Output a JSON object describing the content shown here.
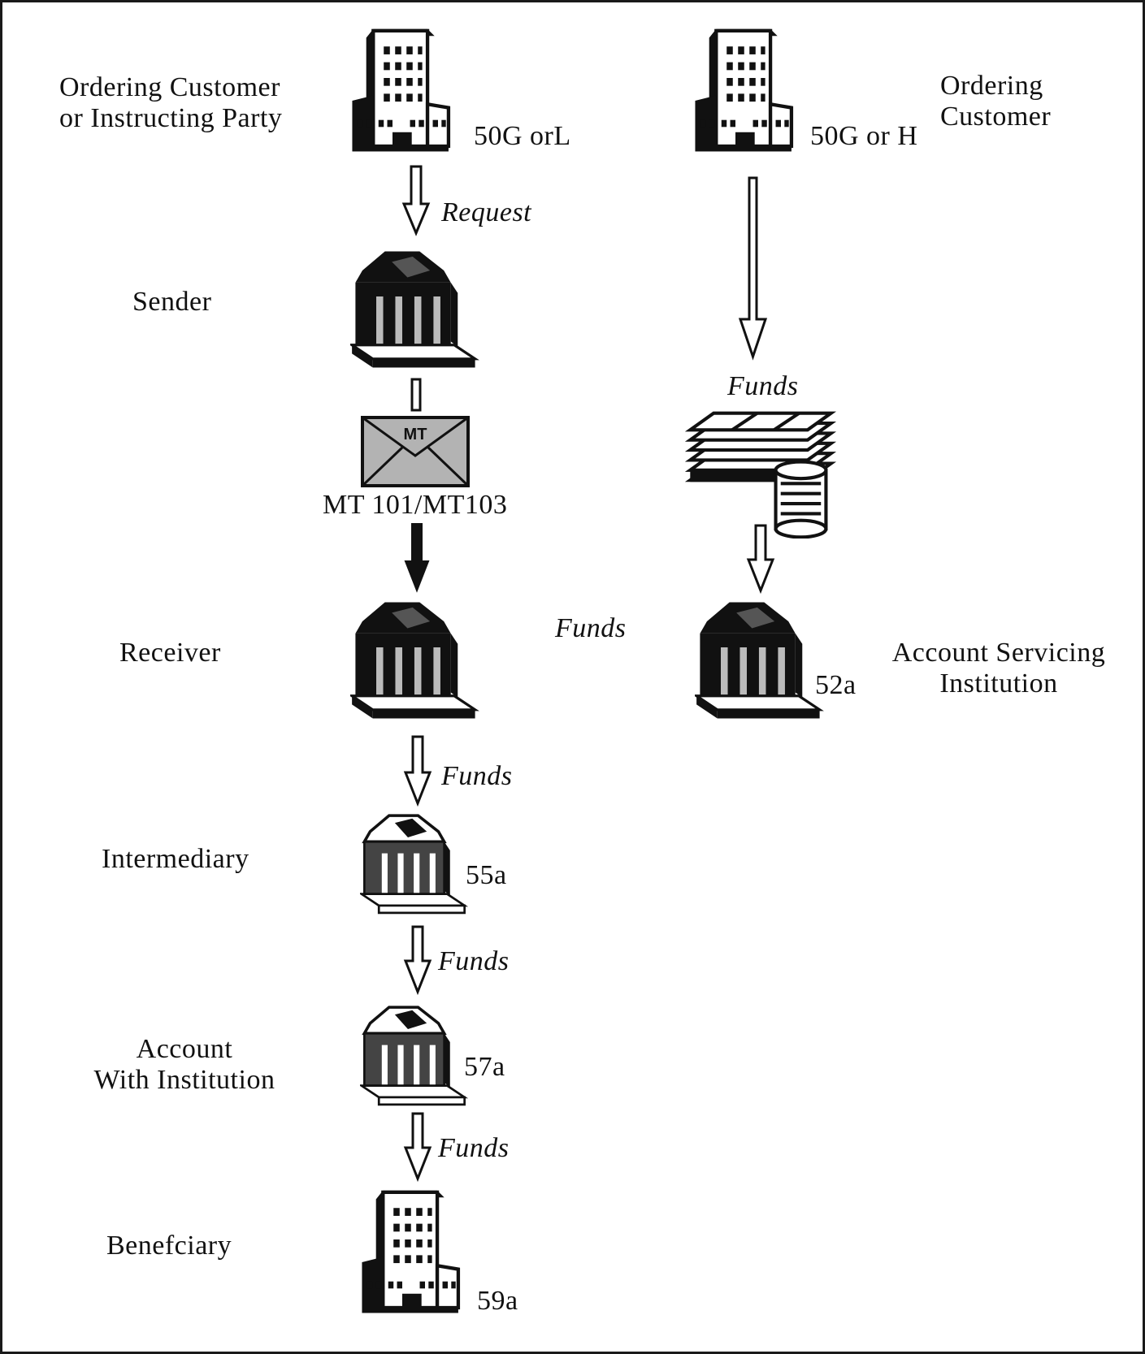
{
  "labels": {
    "ordering_customer_left_l1": "Ordering Customer",
    "ordering_customer_left_l2": "or Instructing Party",
    "ordering_customer_right_l1": "Ordering",
    "ordering_customer_right_l2": "Customer",
    "sender": "Sender",
    "receiver": "Receiver",
    "intermediary": "Intermediary",
    "account_with_l1": "Account",
    "account_with_l2": "With Institution",
    "beneficiary": "Benefciary",
    "account_servicing_l1": "Account Servicing",
    "account_servicing_l2": "Institution"
  },
  "codes": {
    "left_ordering": "50G orL",
    "right_ordering": "50G or H",
    "account_servicing": "52a",
    "intermediary": "55a",
    "account_with": "57a",
    "beneficiary": "59a"
  },
  "flows": {
    "request": "Request",
    "funds_right_top": "Funds",
    "funds_middle": "Funds",
    "funds_to_intermediary": "Funds",
    "funds_to_account_with": "Funds",
    "funds_to_beneficiary": "Funds"
  },
  "message": {
    "envelope_text": "MT",
    "caption": "MT 101/MT103"
  },
  "icons": {
    "office_building": "office-building-icon",
    "bank": "bank-icon",
    "envelope": "message-envelope-icon",
    "money": "money-stack-icon"
  }
}
